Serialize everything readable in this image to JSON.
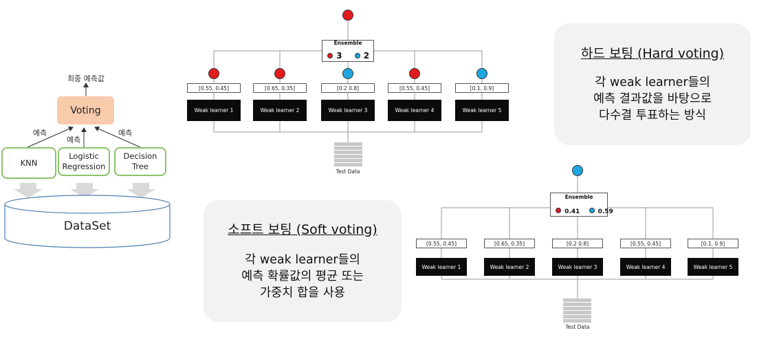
{
  "voting_diagram": {
    "final_label": "최종 예측값",
    "voting_label": "Voting",
    "prediction_label": "예측",
    "models": [
      "KNN",
      "Logistic Regression",
      "Decision Tree"
    ],
    "dataset_label": "DataSet"
  },
  "hard_voting": {
    "ensemble_title": "Ensemble",
    "red_count": "3",
    "blue_count": "2",
    "probabilities": [
      "[0.55, 0.45]",
      "[0.65, 0.35]",
      "[0.2 0.8]",
      "[0.55, 0.45]",
      "[0.1, 0.9]"
    ],
    "votes": [
      "red",
      "red",
      "blue",
      "red",
      "blue"
    ],
    "learners": [
      "Weak learner 1",
      "Weak learner 2",
      "Weak learner 3",
      "Weak learner 4",
      "Weak learner 5"
    ],
    "test_data_label": "Test Data",
    "result": "red"
  },
  "soft_voting": {
    "ensemble_title": "Ensemble",
    "red_prob": "0.41",
    "blue_prob": "0.59",
    "probabilities": [
      "[0.55, 0.45]",
      "[0.65, 0.35]",
      "[0.2 0.8]",
      "[0.55, 0.45]",
      "[0.1, 0.9]"
    ],
    "learners": [
      "Weak learner 1",
      "Weak learner 2",
      "Weak learner 3",
      "Weak learner 4",
      "Weak learner 5"
    ],
    "test_data_label": "Test Data",
    "result": "blue"
  },
  "hard_panel": {
    "title": "하드 보팅 (Hard voting)",
    "lines": [
      "각 weak learner들의",
      "예측 결과값을 바탕으로",
      "다수결 투표하는 방식"
    ]
  },
  "soft_panel": {
    "title": "소프트 보팅 (Soft voting)",
    "lines": [
      "각 weak learner들의",
      "예측 확률값의 평균 또는",
      "가중치 합을 사용"
    ]
  },
  "colors": {
    "red": "#e31a1c",
    "blue": "#1ea7e0",
    "model_border": "#8ac16a",
    "voting_fill": "#f8cbad"
  }
}
